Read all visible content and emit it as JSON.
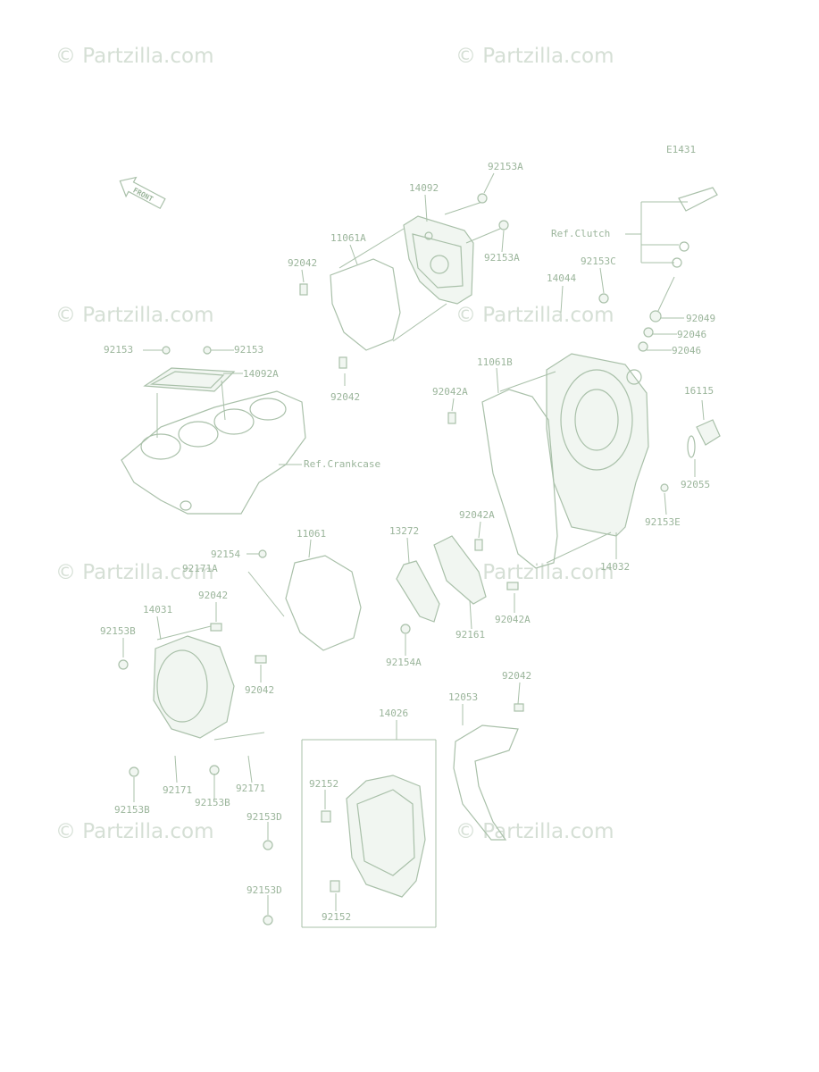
{
  "diagram_code": "E1431",
  "front_arrow_label": "FRONT",
  "watermark_text": "© Partzilla.com",
  "ref_labels": {
    "clutch": "Ref.Clutch",
    "crankcase": "Ref.Crankcase"
  },
  "labels": [
    "92153A",
    "14092",
    "92153A",
    "11061A",
    "92042",
    "92153C",
    "14044",
    "92049",
    "92046",
    "92046",
    "92153",
    "92153",
    "14092A",
    "92042",
    "11061B",
    "92042A",
    "16115",
    "92055",
    "92153E",
    "92042A",
    "14032",
    "13272",
    "11061",
    "92154",
    "92171A",
    "92042",
    "14031",
    "92153B",
    "92042",
    "92154A",
    "92161",
    "92042A",
    "92042",
    "12053",
    "14026",
    "92171",
    "92153B",
    "92171",
    "92153B",
    "92152",
    "92153D",
    "92153D",
    "92152"
  ],
  "colors": {
    "line": "#a9c0a9",
    "text": "#9bb59b",
    "watermark": "#d5dfd5"
  }
}
